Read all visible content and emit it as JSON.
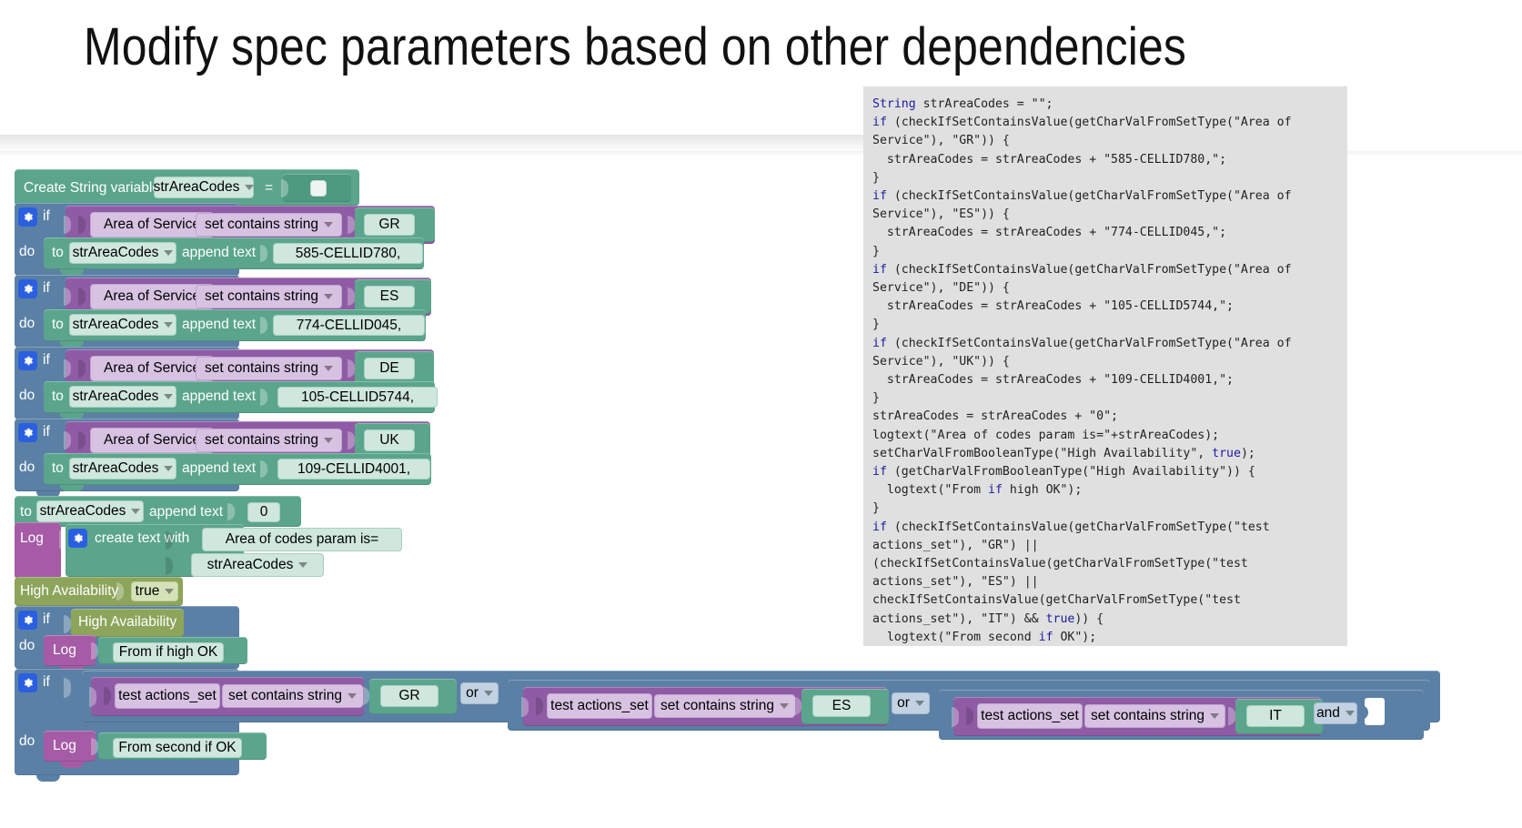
{
  "slide": {
    "title": "Modify spec parameters based on other dependencies"
  },
  "code_panel": {
    "language": "java",
    "background": "#e0e0e0",
    "lines": [
      "String strAreaCodes = \"\";",
      "if (checkIfSetContainsValue(getCharValFromSetType(\"Area of Service\"), \"GR\")) {",
      "  strAreaCodes = strAreaCodes + \"585-CELLID780,\";",
      "}",
      "if (checkIfSetContainsValue(getCharValFromSetType(\"Area of Service\"), \"ES\")) {",
      "  strAreaCodes = strAreaCodes + \"774-CELLID045,\";",
      "}",
      "if (checkIfSetContainsValue(getCharValFromSetType(\"Area of Service\"), \"DE\")) {",
      "  strAreaCodes = strAreaCodes + \"105-CELLID5744,\";",
      "}",
      "if (checkIfSetContainsValue(getCharValFromSetType(\"Area of Service\"), \"UK\")) {",
      "  strAreaCodes = strAreaCodes + \"109-CELLID4001,\";",
      "}",
      "strAreaCodes = strAreaCodes + \"0\";",
      "logtext(\"Area of codes param is=\"+strAreaCodes);",
      "setCharValFromBooleanType(\"High Availability\", true);",
      "if (getCharValFromBooleanType(\"High Availability\")) {",
      "  logtext(\"From if high OK\");",
      "}",
      "if (checkIfSetContainsValue(getCharValFromSetType(\"test actions_set\"), \"GR\") || (checkIfSetContainsValue(getCharValFromSetType(\"test actions_set\"), \"ES\") || checkIfSetContainsValue(getCharValFromSetType(\"test actions_set\"), \"IT\") && true)) {",
      "  logtext(\"From second if OK\");",
      "}"
    ]
  },
  "blocks": {
    "create_var": {
      "label": "Create String variable",
      "variable": "strAreaCodes",
      "equals": "=",
      "value": ""
    },
    "if_label": "if",
    "do_label": "to_do",
    "do_text": "do",
    "to_text": "to",
    "append_text_label": "append text",
    "operator_label": "set contains string",
    "conditions": [
      {
        "param": "Area of Service",
        "operator": "set contains string",
        "value": "GR",
        "append_var": "strAreaCodes",
        "append_value": "585-CELLID780,"
      },
      {
        "param": "Area of Service",
        "operator": "set contains string",
        "value": "ES",
        "append_var": "strAreaCodes",
        "append_value": "774-CELLID045,"
      },
      {
        "param": "Area of Service",
        "operator": "set contains string",
        "value": "DE",
        "append_var": "strAreaCodes",
        "append_value": "105-CELLID5744,"
      },
      {
        "param": "Area of Service",
        "operator": "set contains string",
        "value": "UK",
        "append_var": "strAreaCodes",
        "append_value": "109-CELLID4001,"
      }
    ],
    "append_zero": {
      "to": "to",
      "variable": "strAreaCodes",
      "label": "append text",
      "value": "0"
    },
    "log_create_text": {
      "log_label": "Log",
      "create_label": "create text with",
      "text_value": "Area of codes param is=",
      "variable": "strAreaCodes"
    },
    "high_availability_set": {
      "label": "High Availability",
      "value": "true"
    },
    "if_high": {
      "if_label": "if",
      "condition": "High Availability",
      "do_label": "do",
      "log_label": "Log",
      "log_value": "From if high OK"
    },
    "if_second": {
      "if_label": "if",
      "do_label": "do",
      "log_label": "Log",
      "log_value": "From second if OK",
      "terms": [
        {
          "param": "test actions_set",
          "operator": "set contains string",
          "value": "GR",
          "joiner": "or"
        },
        {
          "param": "test actions_set",
          "operator": "set contains string",
          "value": "ES",
          "joiner": "or"
        },
        {
          "param": "test actions_set",
          "operator": "set contains string",
          "value": "IT",
          "joiner": "and"
        }
      ],
      "empty_socket": ""
    }
  },
  "colors": {
    "teal": "#5ba58c",
    "steel_blue": "#5b80a5",
    "purple": "#8f5ba5",
    "orchid": "#a55ba5",
    "olive": "#8ca55b",
    "gear_blue": "#2a5fe0",
    "code_bg": "#e0e0e0"
  }
}
